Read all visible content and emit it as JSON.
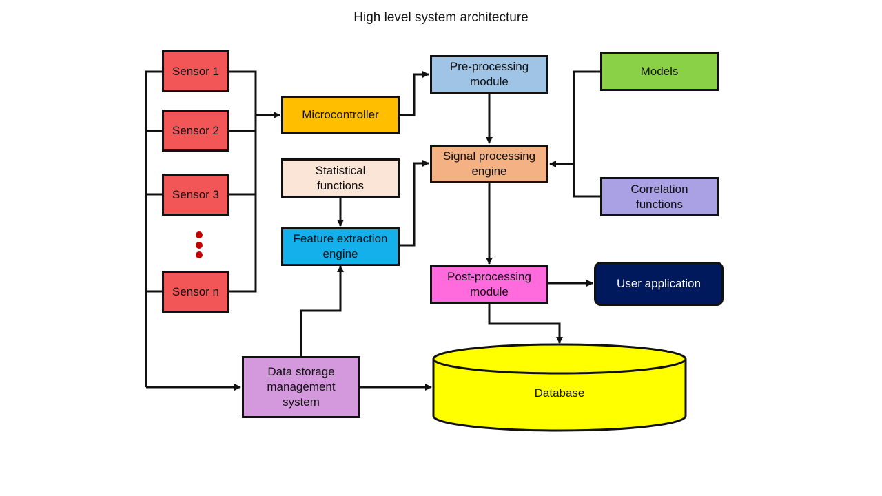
{
  "title": "High level system architecture",
  "nodes": {
    "sensor1": "Sensor 1",
    "sensor2": "Sensor 2",
    "sensor3": "Sensor 3",
    "sensorn": "Sensor n",
    "microcontroller": "Microcontroller",
    "preprocessing": [
      "Pre-processing",
      "module"
    ],
    "models": "Models",
    "signal_processing": [
      "Signal processing",
      "engine"
    ],
    "statistical": [
      "Statistical",
      "functions"
    ],
    "correlation": [
      "Correlation",
      "functions"
    ],
    "feature_extraction": [
      "Feature extraction",
      "engine"
    ],
    "postprocessing": [
      "Post-processing",
      "module"
    ],
    "user_application": "User application",
    "data_storage": [
      "Data storage",
      "management",
      "system"
    ],
    "database": "Database"
  },
  "colors": {
    "sensor": "#f35656",
    "microcontroller": "#ffbe00",
    "preprocessing": "#a0c4e6",
    "models": "#8ad148",
    "signal_processing": "#f4b183",
    "statistical": "#fbe5d6",
    "correlation": "#a9a1e4",
    "feature_extraction": "#14b0ec",
    "postprocessing": "#ff6adc",
    "user_application": "#00195c",
    "data_storage": "#d399dc",
    "database": "#ffff00",
    "ellipsis_dots": "#c00000"
  }
}
